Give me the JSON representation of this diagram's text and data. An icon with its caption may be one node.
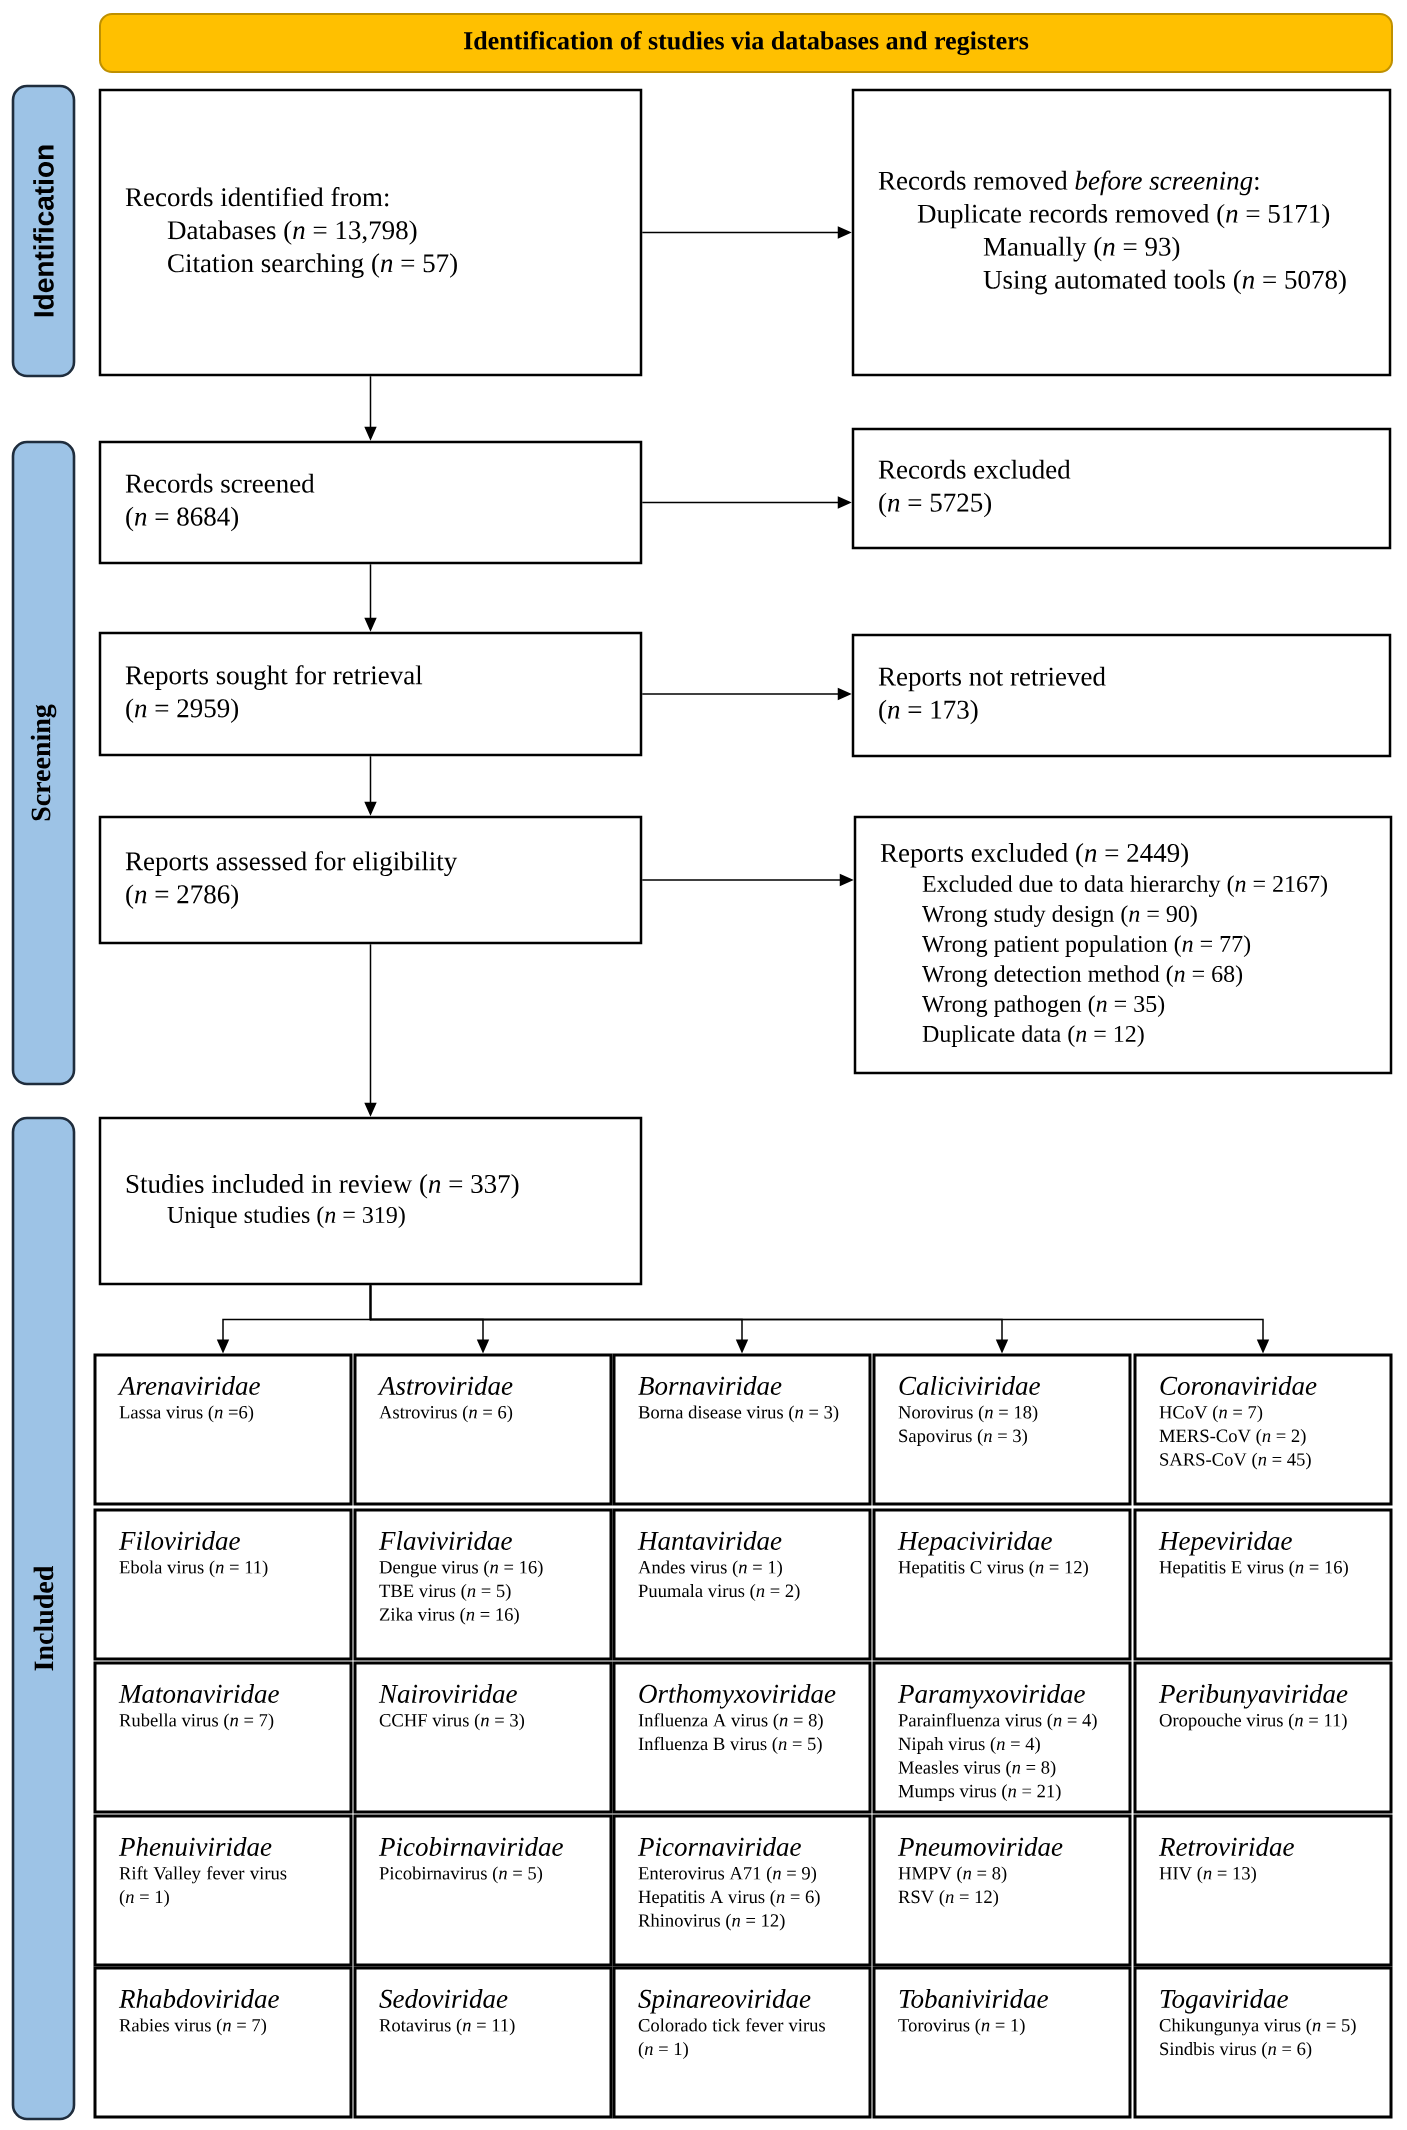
{
  "diagram": {
    "nodes": [
      {
        "text": [
          "Identification of studies via databases and registers"
        ]
      },
      {
        "text": [
          "Identification"
        ]
      },
      {
        "text": [
          "Records identified from:",
          "Databases (*n* = 13,798)",
          "Citation searching (*n* = 57)"
        ]
      },
      {
        "text": [
          "Records removed *before screening*:",
          "Duplicate records removed (*n* = 5171)",
          "Manually (*n* = 93)",
          "Using automated tools (*n* = 5078)"
        ]
      },
      {
        "text": [
          "Screening"
        ]
      },
      {
        "text": [
          "Records screened",
          "(*n* = 8684)"
        ]
      },
      {
        "text": [
          "Records excluded",
          "(*n* = 5725)"
        ]
      },
      {
        "text": [
          "Reports sought for retrieval",
          "(*n* = 2959)"
        ]
      },
      {
        "text": [
          "Reports not retrieved",
          "(*n* = 173)"
        ]
      },
      {
        "text": [
          "Reports assessed for eligibility",
          "(*n* = 2786)"
        ]
      },
      {
        "text": [
          "Reports excluded (*n* = 2449)",
          "Excluded due to data hierarchy (*n* = 2167)",
          "Wrong study design (*n* = 90)",
          "Wrong patient population (*n* = 77)",
          "Wrong detection method (*n* = 68)",
          "Wrong pathogen (*n* = 35)",
          "Duplicate data (*n* = 12)"
        ]
      },
      {
        "text": [
          "Included"
        ]
      },
      {
        "text": [
          "Studies included in review (*n* = 337)",
          "Unique studies (*n* = 319)"
        ]
      },
      {
        "text": [
          "Arenaviridae",
          "Lassa virus (*n* =6)"
        ]
      },
      {
        "text": [
          "Astroviridae",
          "Astrovirus (*n* = 6)"
        ]
      },
      {
        "text": [
          "Bornaviridae",
          "Borna disease virus (*n* = 3)"
        ]
      },
      {
        "text": [
          "Caliciviridae",
          "Norovirus (*n* = 18)",
          "Sapovirus (*n* = 3)"
        ]
      },
      {
        "text": [
          "Coronaviridae",
          "HCoV (*n* = 7)",
          "MERS-CoV (*n* = 2)",
          "SARS-CoV (*n* = 45)"
        ]
      },
      {
        "text": [
          "Filoviridae",
          "Ebola virus (*n* = 11)"
        ]
      },
      {
        "text": [
          "Flaviviridae",
          "Dengue virus (*n* = 16)",
          "TBE virus (*n* = 5)",
          "Zika virus (*n* = 16)"
        ]
      },
      {
        "text": [
          "Hantaviridae",
          "Andes virus (*n* = 1)",
          "Puumala virus (*n* = 2)"
        ]
      },
      {
        "text": [
          "Hepaciviridae",
          "Hepatitis C virus (*n* = 12)"
        ]
      },
      {
        "text": [
          "Hepeviridae",
          "Hepatitis E virus (*n* = 16)"
        ]
      },
      {
        "text": [
          "Matonaviridae",
          "Rubella virus (*n* = 7)"
        ]
      },
      {
        "text": [
          "Nairoviridae",
          "CCHF virus (*n* = 3)"
        ]
      },
      {
        "text": [
          "Orthomyxoviridae",
          "Influenza A virus (*n* = 8)",
          "Influenza B virus (*n* = 5)"
        ]
      },
      {
        "text": [
          "Paramyxoviridae",
          "Parainfluenza virus (*n* = 4)",
          "Nipah virus (*n* = 4)",
          "Measles virus (*n* = 8)",
          "Mumps virus (*n* = 21)"
        ]
      },
      {
        "text": [
          "Peribunyaviridae",
          "Oropouche virus (*n* = 11)"
        ]
      },
      {
        "text": [
          "Phenuiviridae",
          "Rift Valley fever virus (*n* = 1)"
        ]
      },
      {
        "text": [
          "Picobirnaviridae",
          "Picobirnavirus (*n* = 5)"
        ]
      },
      {
        "text": [
          "Picornaviridae",
          "Enterovirus A71 (*n* = 9)",
          "Hepatitis A virus (*n* = 6)",
          "Rhinovirus (*n* = 12)"
        ]
      },
      {
        "text": [
          "Pneumoviridae",
          "HMPV (*n* = 8)",
          "RSV (*n* = 12)"
        ]
      },
      {
        "text": [
          "Retroviridae",
          "HIV (*n* = 13)"
        ]
      },
      {
        "text": [
          "Rhabdoviridae",
          "Rabies virus (*n* = 7)"
        ]
      },
      {
        "text": [
          "Sedoviridae",
          "Rotavirus (*n* = 11)"
        ]
      },
      {
        "text": [
          "Spinareoviridae",
          "Colorado tick fever virus (*n* = 1)"
        ]
      },
      {
        "text": [
          "Tobaniviridae",
          "Torovirus (*n* = 1)"
        ]
      },
      {
        "text": [
          "Togaviridae",
          "Chikungunya virus (*n* = 5)",
          "Sindbis virus (*n* = 6)"
        ]
      }
    ],
    "edges": [
      {
        "from": 2,
        "to": 3,
        "arrow": "to"
      },
      {
        "from": 2,
        "to": 5,
        "arrow": "to"
      },
      {
        "from": 5,
        "to": 6,
        "arrow": "to"
      },
      {
        "from": 5,
        "to": 7,
        "arrow": "to"
      },
      {
        "from": 7,
        "to": 8,
        "arrow": "to"
      },
      {
        "from": 7,
        "to": 9,
        "arrow": "to"
      },
      {
        "from": 9,
        "to": 10,
        "arrow": "to"
      },
      {
        "from": 9,
        "to": 12,
        "arrow": "to"
      },
      {
        "from": 12,
        "to": 13,
        "arrow": "to"
      },
      {
        "from": 12,
        "to": 14,
        "arrow": "to"
      },
      {
        "from": 12,
        "to": 15,
        "arrow": "to"
      },
      {
        "from": 12,
        "to": 16,
        "arrow": "to"
      },
      {
        "from": 12,
        "to": 17,
        "arrow": "to"
      }
    ]
  }
}
